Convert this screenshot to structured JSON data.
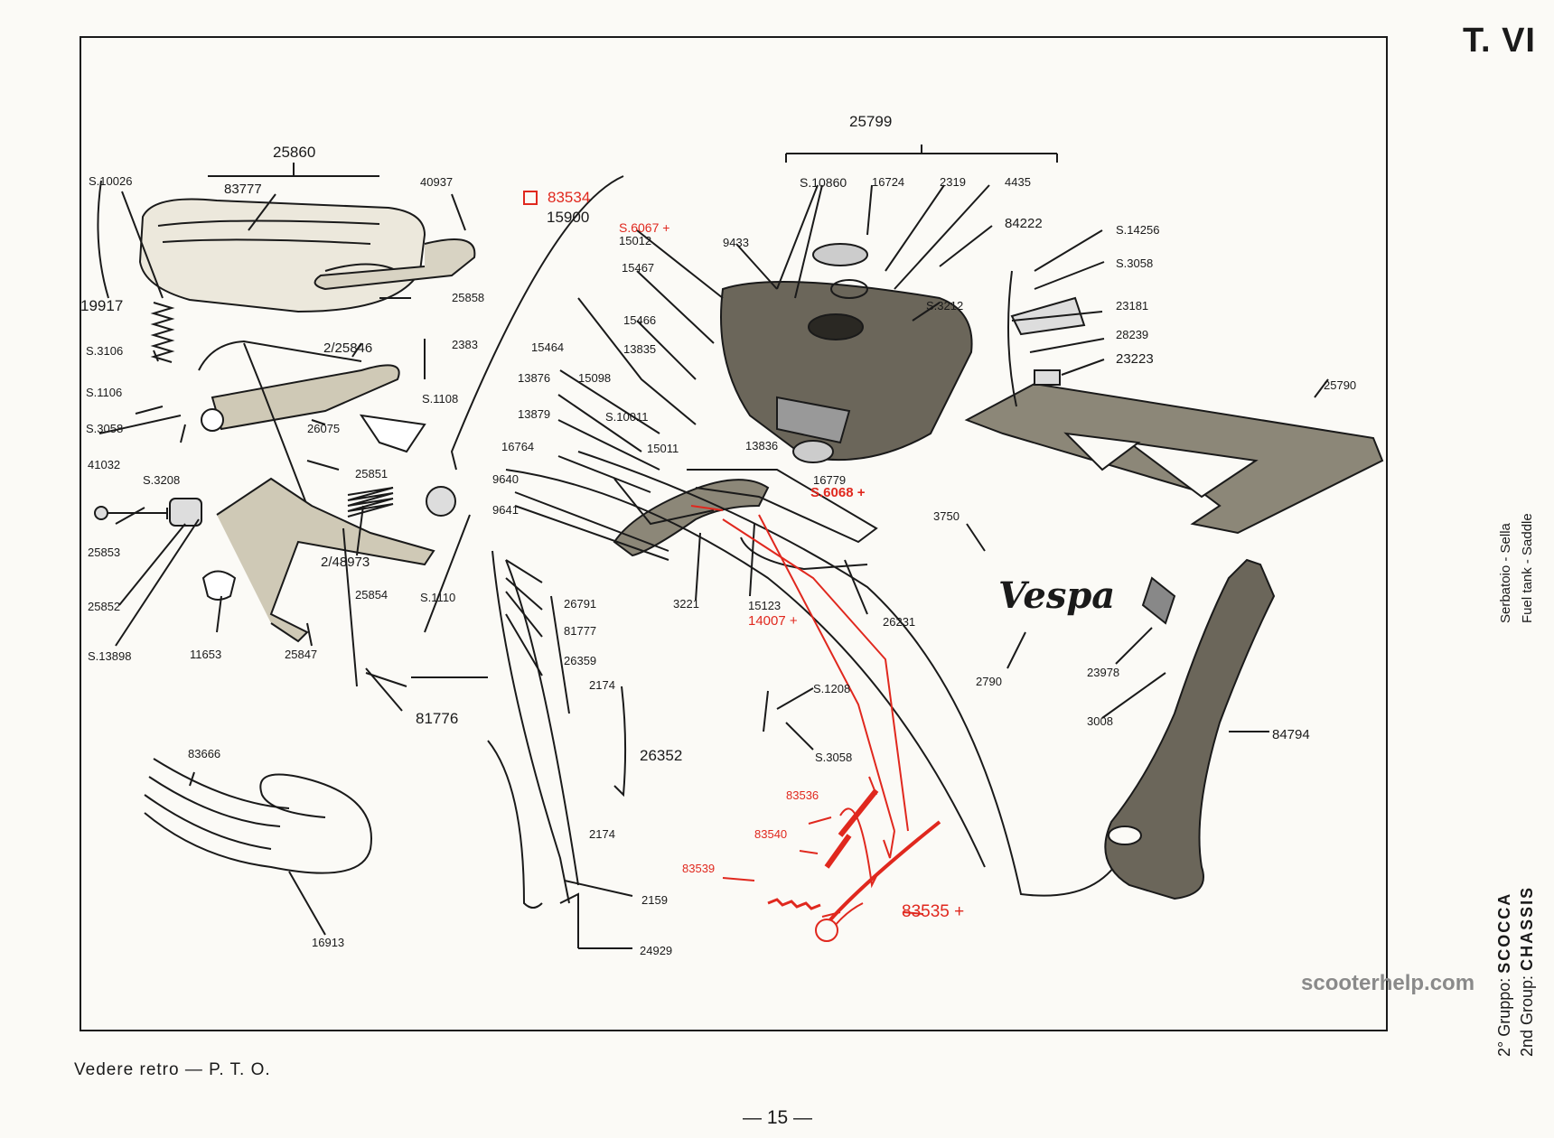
{
  "header": {
    "plate": "T. VI"
  },
  "side_labels": {
    "section_it": "Serbatoio - Sella",
    "section_en": "Fuel tank - Saddle",
    "group_it_prefix": "2° Gruppo:",
    "group_it_name": "SCOCCA",
    "group_en_prefix": "2nd Group:",
    "group_en_name": "CHASSIS"
  },
  "footer": {
    "note": "Vedere retro — P. T. O.",
    "page": "— 15 —"
  },
  "watermark": "scooterhelp.com",
  "logo_text": "Vespa",
  "colors": {
    "annotation_red": "#e0281e",
    "ink": "#1a1a1a",
    "paper": "#fbfaf6"
  },
  "parts": {
    "p25860": "25860",
    "p83777": "83777",
    "p40937": "40937",
    "pS10026": "S.10026",
    "p19917": "19917",
    "p25858": "25858",
    "p2383": "2383",
    "pS1108": "S.1108",
    "p2_25846": "2/25846",
    "pS3106": "S.3106",
    "pS1106": "S.1106",
    "pS3058a": "S.3058",
    "p41032": "41032",
    "pS3208": "S.3208",
    "p26075": "26075",
    "p25851": "25851",
    "p25853": "25853",
    "p25852": "25852",
    "pS13898": "S.13898",
    "p11653": "11653",
    "p25847": "25847",
    "p2_48973": "2/48973",
    "p25854": "25854",
    "pS1110": "S.1110",
    "p81776": "81776",
    "p83666": "83666",
    "p16913": "16913",
    "p83534": "83534",
    "p15900": "15900",
    "pS6067": "S.6067 +",
    "p15012": "15012",
    "p15467": "15467",
    "p15466": "15466",
    "p15464": "15464",
    "p13835": "13835",
    "p13876": "13876",
    "p15098": "15098",
    "pS10011": "S.10011",
    "p13879": "13879",
    "p16764": "16764",
    "p15011": "15011",
    "p13836": "13836",
    "p9640": "9640",
    "p9641": "9641",
    "p3221": "3221",
    "p15123": "15123",
    "p14007": "14007 +",
    "p16779": "16779",
    "pS6068": "S.6068 +",
    "p26231": "26231",
    "p26791": "26791",
    "p81777": "81777",
    "p26359": "26359",
    "p2174a": "2174",
    "p26352": "26352",
    "p2174b": "2174",
    "p2159": "2159",
    "p24929": "24929",
    "p25799": "25799",
    "pS10860": "S.10860",
    "p16724": "16724",
    "p2319": "2319",
    "p4435": "4435",
    "p84222": "84222",
    "p9433": "9433",
    "pS3212": "S.3212",
    "pS14256": "S.14256",
    "pS3058b": "S.3058",
    "p23181": "23181",
    "p28239": "28239",
    "p23223": "23223",
    "p25790": "25790",
    "p3750": "3750",
    "p2790": "2790",
    "p23978": "23978",
    "p3008": "3008",
    "p84794": "84794",
    "pS1208": "S.1208",
    "pS3058c": "S.3058",
    "p83536": "83536",
    "p83540": "83540",
    "p83539": "83539",
    "p83535": "83535 +"
  }
}
